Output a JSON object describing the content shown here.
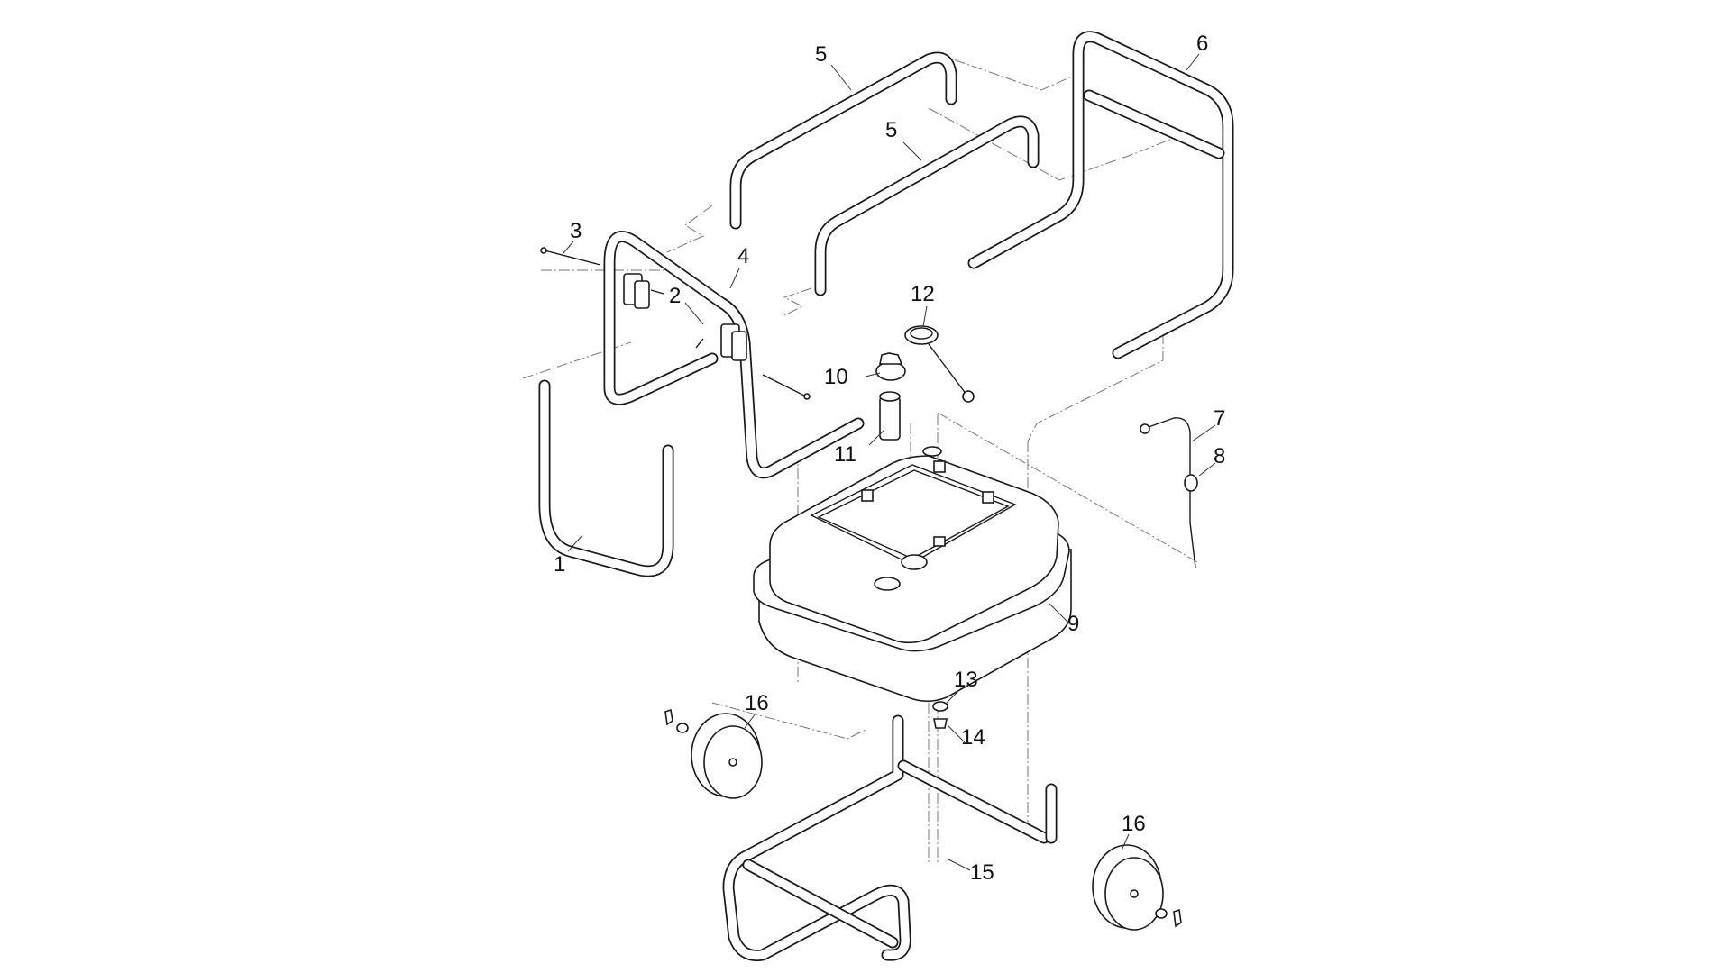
{
  "diagram": {
    "callouts": [
      {
        "label": "1"
      },
      {
        "label": "2"
      },
      {
        "label": "3"
      },
      {
        "label": "4"
      },
      {
        "label": "5"
      },
      {
        "label": "5"
      },
      {
        "label": "6"
      },
      {
        "label": "7"
      },
      {
        "label": "8"
      },
      {
        "label": "9"
      },
      {
        "label": "10"
      },
      {
        "label": "11"
      },
      {
        "label": "12"
      },
      {
        "label": "13"
      },
      {
        "label": "14"
      },
      {
        "label": "15"
      },
      {
        "label": "16"
      },
      {
        "label": "16"
      }
    ]
  }
}
